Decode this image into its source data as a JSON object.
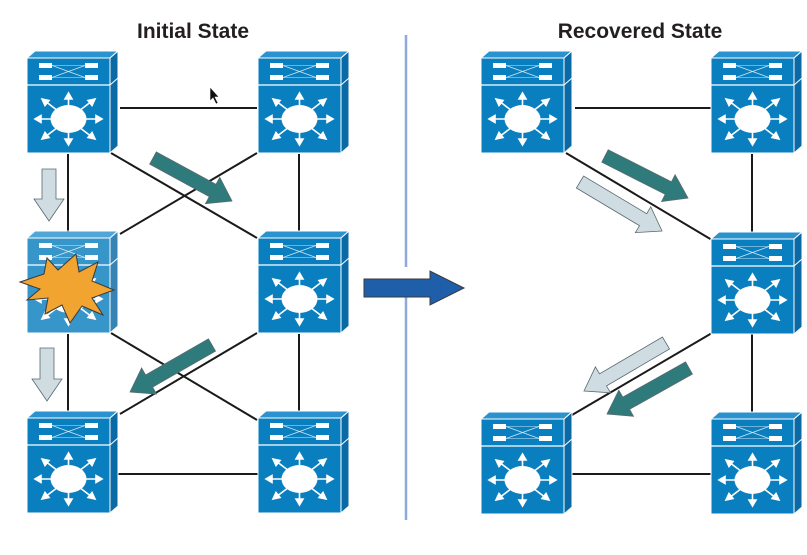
{
  "diagram": {
    "panels": [
      {
        "id": "initial",
        "title": "Initial State",
        "switches": [
          {
            "id": "A1",
            "state": "normal"
          },
          {
            "id": "B1",
            "state": "normal"
          },
          {
            "id": "A2",
            "state": "failed"
          },
          {
            "id": "B2",
            "state": "normal"
          },
          {
            "id": "A3",
            "state": "normal"
          },
          {
            "id": "B3",
            "state": "normal"
          }
        ],
        "links": [
          [
            "A1",
            "B1"
          ],
          [
            "A1",
            "A2"
          ],
          [
            "A1",
            "B2"
          ],
          [
            "B1",
            "A2"
          ],
          [
            "B1",
            "B2"
          ],
          [
            "A2",
            "A3"
          ],
          [
            "A2",
            "B3"
          ],
          [
            "B2",
            "A3"
          ],
          [
            "B2",
            "B3"
          ],
          [
            "A3",
            "B3"
          ]
        ],
        "flows": [
          {
            "kind": "backup",
            "color": "#cfdce2",
            "path": "A1->A2 (down)"
          },
          {
            "kind": "backup",
            "color": "#cfdce2",
            "path": "A2->A3 (down)"
          },
          {
            "kind": "active",
            "color": "#2f7a7b",
            "path": "A1->B2"
          },
          {
            "kind": "active",
            "color": "#2f7a7b",
            "path": "B2->A3"
          }
        ],
        "failure_marker": {
          "on": "A2",
          "icon": "explosion-icon",
          "color": "#f2a430"
        }
      },
      {
        "id": "recovered",
        "title": "Recovered State",
        "switches": [
          {
            "id": "A1",
            "state": "normal"
          },
          {
            "id": "B1",
            "state": "normal"
          },
          {
            "id": "B2",
            "state": "normal"
          },
          {
            "id": "A3",
            "state": "normal"
          },
          {
            "id": "B3",
            "state": "normal"
          }
        ],
        "links": [
          [
            "A1",
            "B1"
          ],
          [
            "A1",
            "B2"
          ],
          [
            "B1",
            "B2"
          ],
          [
            "B2",
            "A3"
          ],
          [
            "B2",
            "B3"
          ],
          [
            "A3",
            "B3"
          ]
        ],
        "flows": [
          {
            "kind": "active",
            "color": "#2f7a7b",
            "path": "A1->B2"
          },
          {
            "kind": "backup",
            "color": "#cfdce2",
            "path": "A1->B2"
          },
          {
            "kind": "backup",
            "color": "#cfdce2",
            "path": "B2->A3"
          },
          {
            "kind": "active",
            "color": "#2f7a7b",
            "path": "B2->A3"
          }
        ]
      }
    ],
    "transition_arrow": {
      "icon": "right-arrow-icon",
      "color": "#1f5ea8"
    },
    "divider_color": "#8eaadb",
    "colors": {
      "switch_front": "#0a7fbf",
      "switch_light": "#2a93cf",
      "switch_side": "#0a6aa6",
      "switch_failed": "#3a96cc",
      "link": "#1a1a1a"
    },
    "cursor": {
      "icon": "mouse-pointer-icon"
    }
  }
}
